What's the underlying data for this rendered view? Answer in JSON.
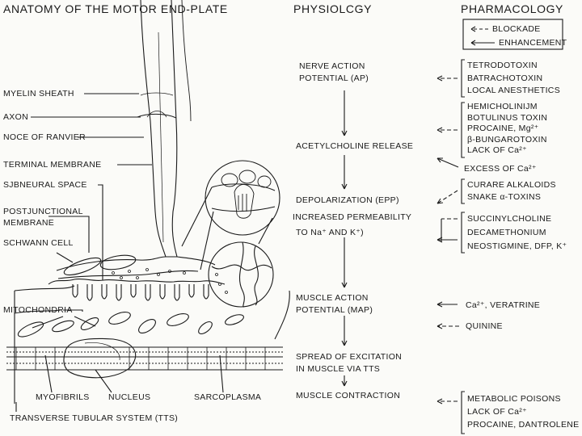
{
  "headers": {
    "anatomy": "ANATOMY OF THE MOTOR END-PLATE",
    "physiology": "PHYSIOLCGY",
    "pharmacology": "PHARMACOLOGY"
  },
  "legend": {
    "blockade": "BLOCKADE",
    "enhancement": "ENHANCEMENT"
  },
  "anatomy_labels": {
    "myelin_sheath": "MYELIN SHEATH",
    "axon": "AXON",
    "node_of_ranvier": "NOCE OF RANVIER",
    "terminal_membrane": "TERMINAL MEMBRANE",
    "subneural_space": "SJBNEURAL SPACE",
    "postjunctional_1": "POSTJUNCTIONAL",
    "postjunctional_2": "MEMBRANE",
    "schwann_cell": "SCHWANN CELL",
    "mitochondria": "MITOCHONDRIA",
    "myofibrils": "MYOFIBRILS",
    "nucleus": "NUCLEUS",
    "sarcoplasma": "SARCOPLASMA",
    "tts": "TRANSVERSE TUBULAR SYSTEM (TTS)"
  },
  "physiology_steps": {
    "nerve_ap_1": "NERVE ACTION",
    "nerve_ap_2": "POTENTIAL (AP)",
    "ach_release": "ACETYLCHOLINE RELEASE",
    "depol_1": "DEPOLARIZATION (EPP)",
    "depol_2": "INCREASED PERMEABILITY",
    "depol_3": "TO Na⁺ AND K⁺)",
    "map_1": "MUSCLE ACTION",
    "map_2": "POTENTIAL (MAP)",
    "spread_1": "SPREAD OF EXCITATION",
    "spread_2": "IN MUSCLE VIA TTS",
    "contraction": "MUSCLE CONTRACTION"
  },
  "pharmacology_groups": {
    "g1": [
      "TETRODOTOXIN",
      "BATRACHOTOXIN",
      "LOCAL ANESTHETICS"
    ],
    "g2": [
      "HEMICHOLINIJM",
      "BOTULINUS TOXIN",
      "PROCAINE, Mg²⁺",
      "β-BUNGAROTOXIN",
      "LACK OF Ca²⁺"
    ],
    "excess_ca": "EXCESS OF Ca²⁺",
    "g3": [
      "CURARE ALKALOIDS",
      "SNAKE α-TOXINS"
    ],
    "g4": [
      "SUCCINYLCHOLINE",
      "DECAMETHONIUM",
      "NEOSTIGMINE, DFP, K⁺"
    ],
    "ca_veratrine": "Ca²⁺, VERATRINE",
    "quinine": "QUININE",
    "g5": [
      "METABOLIC POISONS",
      "LACK OF Ca²⁺",
      "PROCAINE, DANTROLENE"
    ]
  }
}
